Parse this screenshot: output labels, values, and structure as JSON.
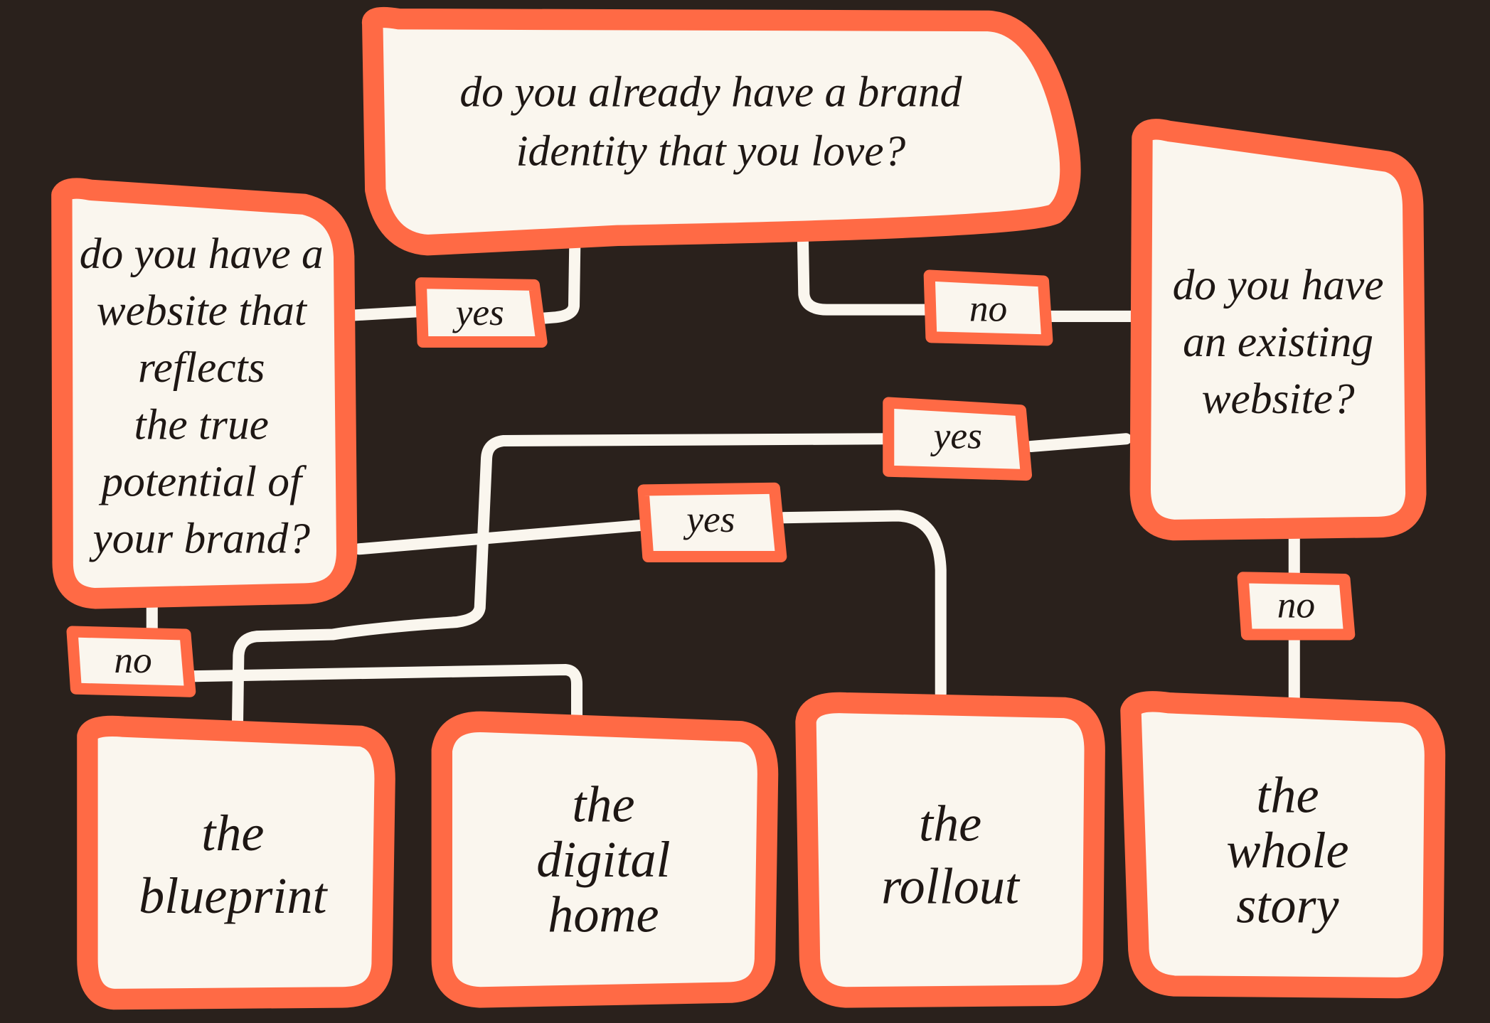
{
  "colors": {
    "background": "#2a211c",
    "accent": "#ff6a45",
    "box_fill": "#faf6ee",
    "text": "#1e1714",
    "connector": "#faf6ee"
  },
  "questions": {
    "brand_identity": {
      "lines": [
        "do you already have a brand",
        "identity that  you love?"
      ]
    },
    "website_reflects": {
      "lines": [
        "do you have a",
        "website that",
        "reflects",
        "the true",
        "potential of",
        "your brand?"
      ]
    },
    "existing_website": {
      "lines": [
        "do you have",
        "an existing",
        "website?"
      ]
    }
  },
  "labels": {
    "yes_brand": "yes",
    "no_brand": "no",
    "yes_existing": "yes",
    "yes_reflects": "yes",
    "no_reflects": "no",
    "no_existing": "no"
  },
  "outcomes": [
    {
      "lines": [
        "the",
        "blueprint"
      ]
    },
    {
      "lines": [
        "the",
        "digital",
        "home"
      ]
    },
    {
      "lines": [
        "the",
        "rollout"
      ]
    },
    {
      "lines": [
        "the",
        "whole",
        "story"
      ]
    }
  ]
}
